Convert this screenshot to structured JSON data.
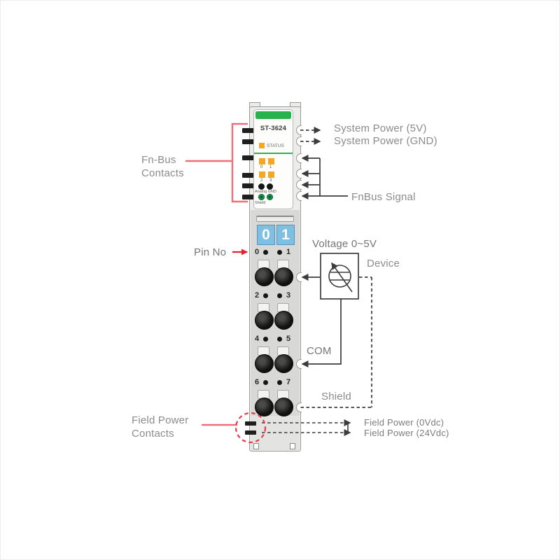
{
  "module": {
    "model": "ST-3624",
    "status_led": "STATUS",
    "channel_leds": [
      "0",
      "1",
      "2",
      "3"
    ],
    "analog_gnd": "Analog GND",
    "shield": "Shield",
    "display_digits": [
      "0",
      "1"
    ],
    "pin_numbers": [
      "0",
      "1",
      "2",
      "3",
      "4",
      "5",
      "6",
      "7"
    ]
  },
  "annotations": {
    "fnbus_contacts_line1": "Fn-Bus",
    "fnbus_contacts_line2": "Contacts",
    "pin_no": "Pin No",
    "field_power_contacts_line1": "Field Power",
    "field_power_contacts_line2": "Contacts",
    "system_power_5v": "System Power (5V)",
    "system_power_gnd": "System Power (GND)",
    "fnbus_signal": "FnBus Signal",
    "voltage_range": "Voltage 0~5V",
    "device": "Device",
    "com": "COM",
    "shield": "Shield",
    "field_power_0vdc": "Field Power (0Vdc)",
    "field_power_24vdc": "Field Power (24Vdc)"
  },
  "colors": {
    "module_green": "#27b24b",
    "led_orange": "#f5a623",
    "display_blue": "#7ec0e4",
    "wire_dark": "#3c3c3c",
    "pointer_red": "#e8202e",
    "bracket_pink": "#ef6e78",
    "label_gray": "#8b8b8b"
  }
}
